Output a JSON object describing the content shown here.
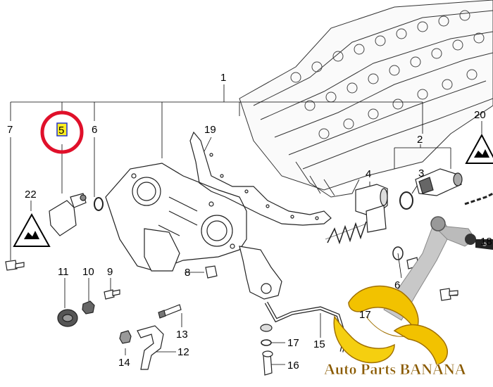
{
  "diagram": {
    "callouts": {
      "c1": "1",
      "c2": "2",
      "c3": "3",
      "c4": "4",
      "c5": "5",
      "c6": "6",
      "c6b": "6",
      "c7": "7",
      "c8": "8",
      "c9": "9",
      "c10": "10",
      "c11": "11",
      "c12": "12",
      "c13": "13",
      "c14": "14",
      "c15": "15",
      "c16": "16",
      "c17": "17",
      "c17b": "17",
      "c18": "18",
      "c19": "19",
      "c20": "20",
      "c22": "22"
    },
    "highlight": {
      "part": "5",
      "ring_color": "#e0102a",
      "box_color": "#2233cc",
      "fill_color": "#ffee22"
    }
  },
  "watermark": {
    "text": "Auto Parts BANANA",
    "text_color": "#8a5a00",
    "banana_color": "#f2c200"
  },
  "icons": [
    "warning-triangle-icon",
    "warning-triangle-icon",
    "banana-logo-icon"
  ]
}
